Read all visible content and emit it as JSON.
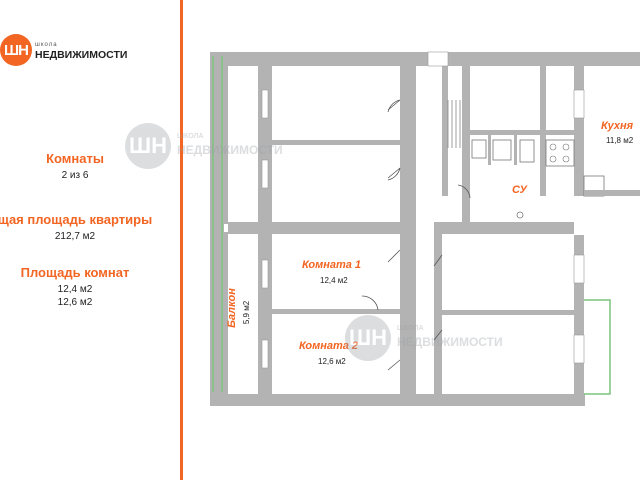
{
  "logo": {
    "badge": "ШН",
    "small": "школа",
    "big": "НЕДВИЖИМОСТИ"
  },
  "info": {
    "rooms_heading": "Комнаты",
    "rooms_value": "2 из 6",
    "total_heading": "щая площадь квартиры",
    "total_value": "212,7 м2",
    "rooms_area_heading": "Площадь комнат",
    "rooms_area_values": [
      "12,4 м2",
      "12,6 м2"
    ]
  },
  "plan": {
    "room1": {
      "label": "Комната 1",
      "area": "12,4 м2"
    },
    "room2": {
      "label": "Комната 2",
      "area": "12,6 м2"
    },
    "kitchen": {
      "label": "Кухня",
      "area": "11,8 м2"
    },
    "bathroom": {
      "label": "СУ"
    },
    "balcony": {
      "label": "Балкон",
      "area": "5,9 м2"
    }
  },
  "watermark": {
    "badge": "ШН",
    "small": "ШКОЛА",
    "big": "НЕДВИЖИМОСТИ"
  },
  "colors": {
    "brand": "#f26522",
    "wall": "#b3b3b3",
    "balcony_green": "#7cc47c"
  }
}
